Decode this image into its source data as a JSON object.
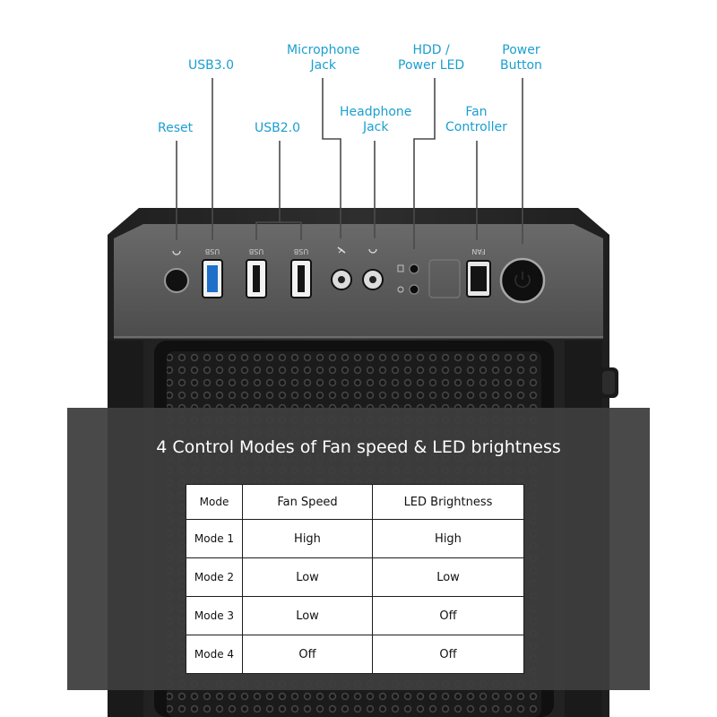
{
  "callouts": {
    "reset": "Reset",
    "usb3": "USB3.0",
    "usb2": "USB2.0",
    "mic": [
      "Microphone",
      "Jack"
    ],
    "headphone": [
      "Headphone",
      "Jack"
    ],
    "hdd": [
      "HDD /",
      "Power LED"
    ],
    "fan": [
      "Fan",
      "Controller"
    ],
    "power": [
      "Power",
      "Button"
    ]
  },
  "panel_labels": {
    "usb": "USB",
    "fan": "FAN"
  },
  "overlay": {
    "title": "4 Control Modes of Fan speed & LED brightness"
  },
  "table": {
    "headers": [
      "Mode",
      "Fan Speed",
      "LED Brightness"
    ],
    "rows": [
      [
        "Mode 1",
        "High",
        "High"
      ],
      [
        "Mode 2",
        "Low",
        "Low"
      ],
      [
        "Mode 3",
        "Low",
        "Off"
      ],
      [
        "Mode 4",
        "Off",
        "Off"
      ]
    ]
  },
  "colors": {
    "callout_text": "#1a9fd0",
    "leader_line": "#4a4a4a",
    "case_body": "#2a2a2a",
    "front_panel": "#585858"
  },
  "icons": {
    "headphone": "headphone-icon",
    "microphone": "microphone-icon",
    "power": "power-icon",
    "hdd_led": "hdd-icon",
    "power_led": "power-led-icon"
  }
}
